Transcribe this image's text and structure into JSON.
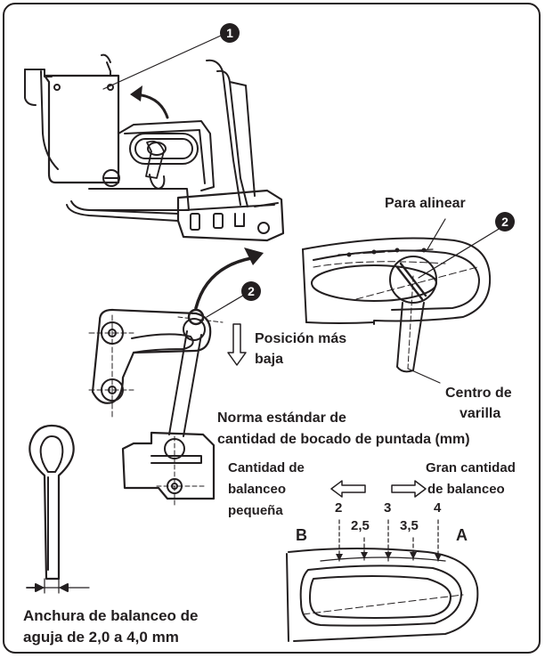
{
  "colors": {
    "ink": "#231f20",
    "paper": "#ffffff"
  },
  "icons": [
    "callout-1-badge",
    "callout-2-badge",
    "swing-arrow",
    "down-arrow-icon",
    "left-arrow-icon",
    "right-arrow-icon"
  ],
  "callouts": {
    "one": "1",
    "two": "2"
  },
  "labels": {
    "para_alinear": "Para alinear",
    "posicion_line1": "Posición más",
    "posicion_line2": "baja",
    "centro_line1": "Centro de",
    "centro_line2": "varilla",
    "norma_line1": "Norma estándar de",
    "norma_line2": "cantidad de bocado de puntada (mm)",
    "cantidad_line1": "Cantidad de",
    "cantidad_line2": "balanceo",
    "cantidad_line3": "pequeña",
    "gran_line1": "Gran cantidad",
    "gran_line2": "de balanceo",
    "b": "B",
    "a": "A",
    "anchura_line1": "Anchura de balanceo de",
    "anchura_line2": "aguja de 2,0 a 4,0 mm"
  },
  "scale_ticks": [
    "2",
    "2,5",
    "3",
    "3,5",
    "4"
  ]
}
